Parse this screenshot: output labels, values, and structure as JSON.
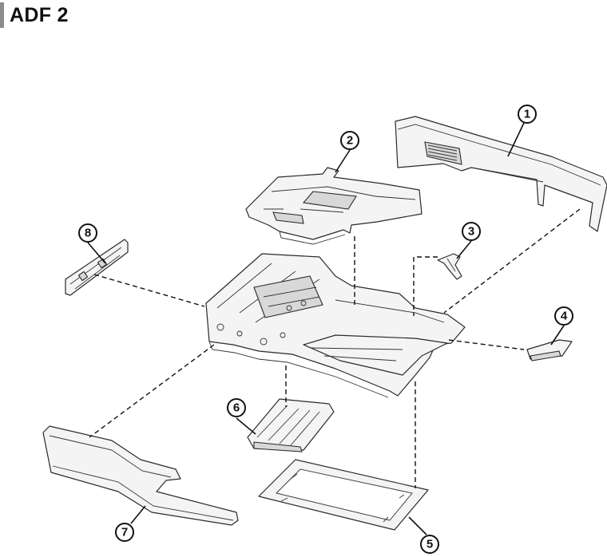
{
  "title": "ADF 2",
  "callouts": [
    "1",
    "2",
    "3",
    "4",
    "5",
    "6",
    "7",
    "8"
  ],
  "colors": {
    "accent_bar": "#8c8c8c",
    "line": "#111111",
    "part_fill": "#f4f4f4"
  }
}
